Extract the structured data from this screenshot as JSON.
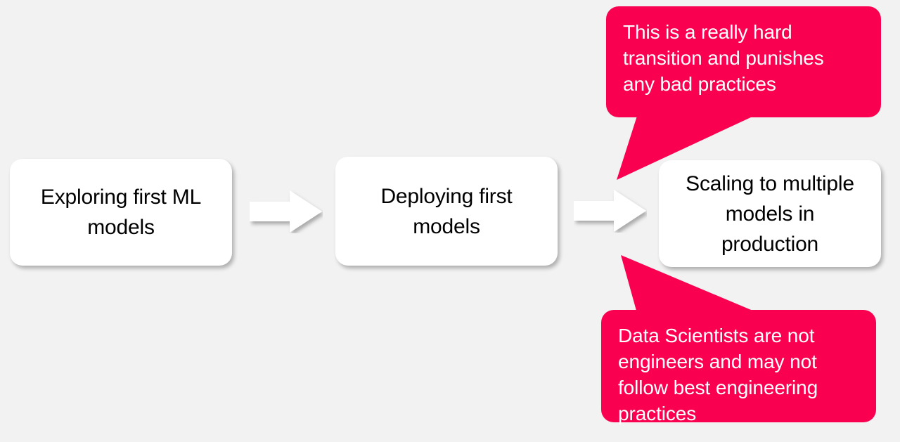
{
  "slide": {
    "background_color": "#f2f2f2",
    "accent_color": "#fa0050",
    "box_fill_color": "#ffffff",
    "box_text_color": "#000000",
    "callout_text_color": "#ffffff"
  },
  "flow": {
    "steps": [
      {
        "id": "step-1",
        "label": "Exploring first ML\nmodels"
      },
      {
        "id": "step-2",
        "label": "Deploying first\nmodels"
      },
      {
        "id": "step-3",
        "label": "Scaling to multiple\nmodels in\nproduction"
      }
    ],
    "connectors": [
      {
        "id": "connector-1",
        "icon": "right-arrow-icon",
        "from": "step-1",
        "to": "step-2"
      },
      {
        "id": "connector-2",
        "icon": "right-arrow-icon",
        "from": "step-2",
        "to": "step-3"
      }
    ]
  },
  "callouts": [
    {
      "id": "callout-top",
      "position": "top-right",
      "points_to": "connector-2",
      "text": "This is a really hard\ntransition and punishes\nany bad practices"
    },
    {
      "id": "callout-bottom",
      "position": "bottom-right",
      "points_to": "connector-2",
      "text": "Data Scientists are not\nengineers and may not\nfollow best engineering\npractices"
    }
  ]
}
